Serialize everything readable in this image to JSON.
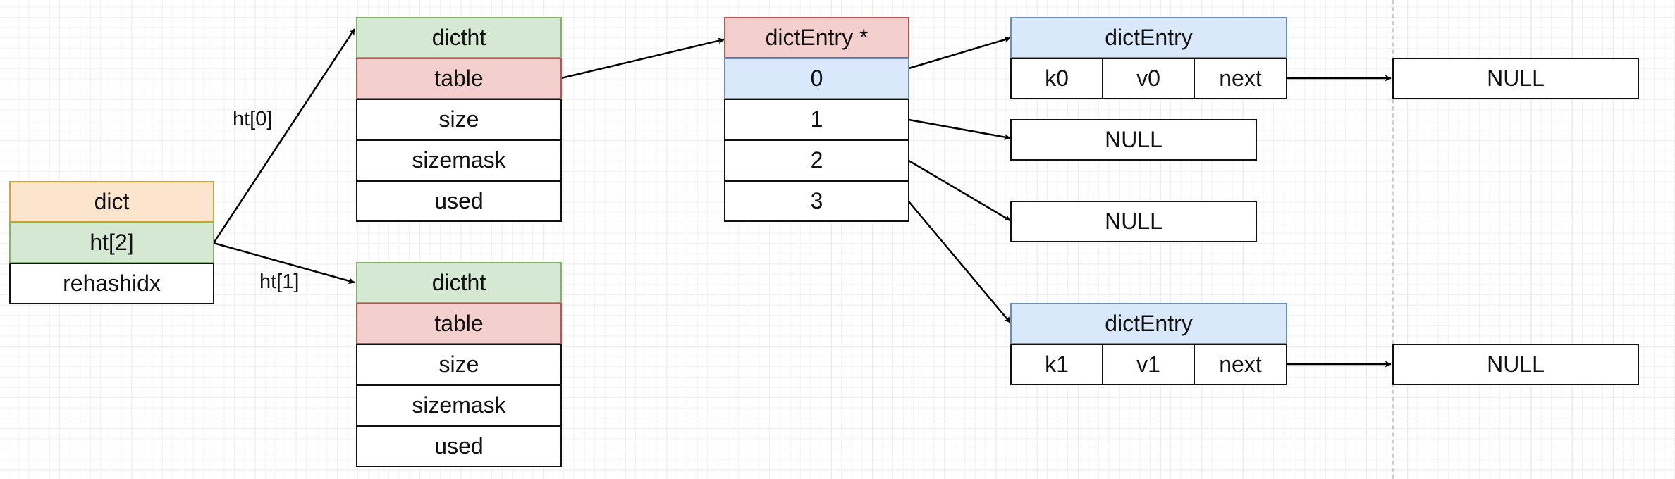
{
  "dict": {
    "title": "dict",
    "ht": "ht[2]",
    "rehashidx": "rehashidx"
  },
  "edge_labels": {
    "ht0": "ht[0]",
    "ht1": "ht[1]"
  },
  "dictht0": {
    "title": "dictht",
    "table": "table",
    "size": "size",
    "sizemask": "sizemask",
    "used": "used"
  },
  "dictht1": {
    "title": "dictht",
    "table": "table",
    "size": "size",
    "sizemask": "sizemask",
    "used": "used"
  },
  "table_array": {
    "title": "dictEntry *",
    "slots": [
      "0",
      "1",
      "2",
      "3"
    ]
  },
  "entry0": {
    "title": "dictEntry",
    "key": "k0",
    "value": "v0",
    "next": "next"
  },
  "entry1": {
    "title": "dictEntry",
    "key": "k1",
    "value": "v1",
    "next": "next"
  },
  "null_labels": {
    "slot1": "NULL",
    "slot2": "NULL",
    "entry0_next": "NULL",
    "entry1_next": "NULL"
  },
  "colors": {
    "orange_fill": "#fce5cd",
    "green_fill": "#d5e8d4",
    "red_fill": "#f3cfcd",
    "blue_fill": "#dae8fc"
  }
}
